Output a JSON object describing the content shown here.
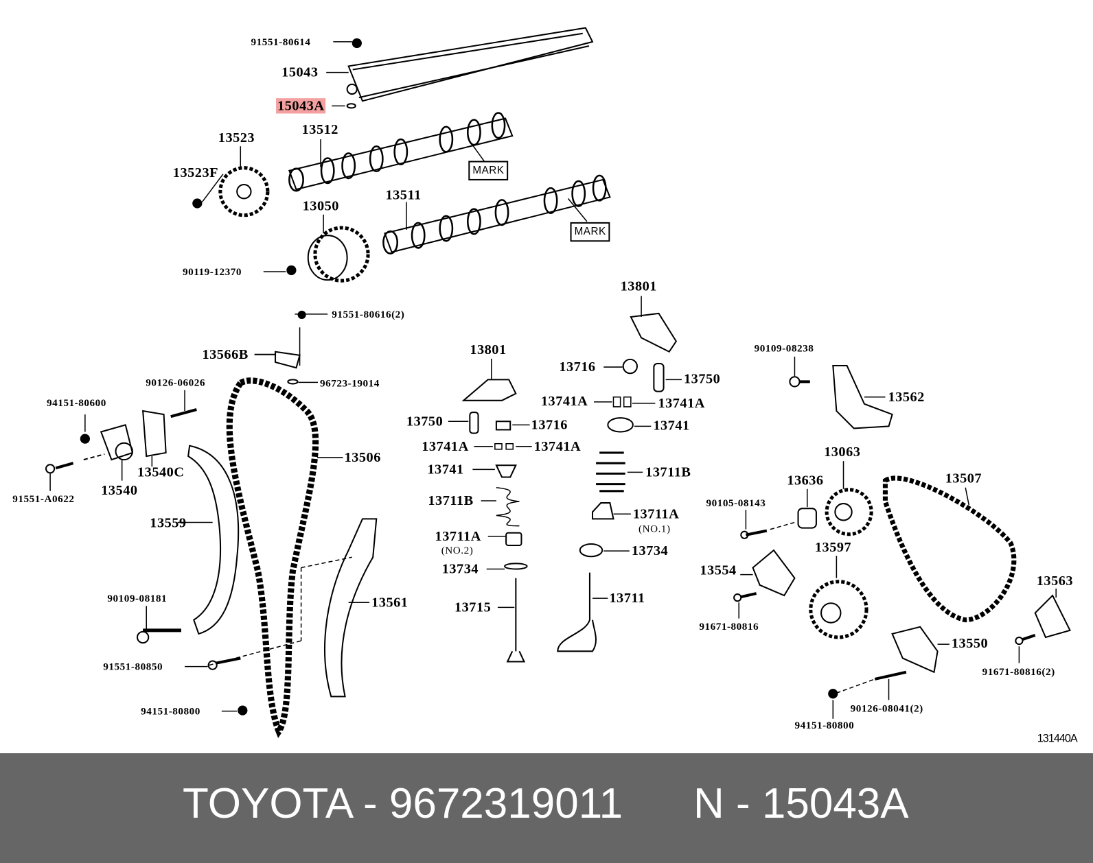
{
  "labels": [
    "91551-80614",
    "15043",
    "15043A",
    "13512",
    "13523",
    "13523F",
    "MARK",
    "13511",
    "13050",
    "MARK",
    "90119-12370",
    "91551-80616(2)",
    "13801",
    "13566B",
    "96723-19014",
    "13801",
    "13716",
    "13750",
    "90109-08238",
    "90126-06026",
    "94151-80600",
    "13741A",
    "13741A",
    "13562",
    "13750",
    "13716",
    "13741",
    "13741A",
    "13741A",
    "13540C",
    "13506",
    "13063",
    "13741",
    "13711B",
    "13507",
    "13636",
    "91551-A0622",
    "13540",
    "90105-08143",
    "13711B",
    "13711A",
    "(NO.1)",
    "13559",
    "13711A",
    "(NO.2)",
    "13597",
    "13734",
    "13734",
    "13554",
    "13563",
    "90109-08181",
    "13711",
    "13561",
    "13715",
    "91671-80816",
    "13550",
    "91551-80850",
    "91671-80816(2)",
    "94151-80800",
    "90126-08041(2)",
    "94151-80800",
    "131440A"
  ],
  "highlight_color": "#f4a0a0",
  "footer": {
    "brand_part": "TOYOTA - 9672319011",
    "ref": "N - 15043A"
  }
}
